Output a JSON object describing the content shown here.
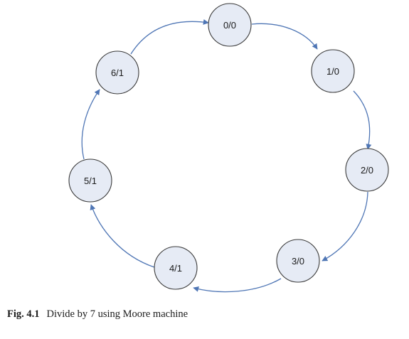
{
  "diagram": {
    "states": [
      {
        "id": "s0",
        "label": "0/0"
      },
      {
        "id": "s1",
        "label": "1/0"
      },
      {
        "id": "s2",
        "label": "2/0"
      },
      {
        "id": "s3",
        "label": "3/0"
      },
      {
        "id": "s4",
        "label": "4/1"
      },
      {
        "id": "s5",
        "label": "5/1"
      },
      {
        "id": "s6",
        "label": "6/1"
      }
    ],
    "transitions": [
      {
        "from": "s0",
        "to": "s1"
      },
      {
        "from": "s1",
        "to": "s2"
      },
      {
        "from": "s2",
        "to": "s3"
      },
      {
        "from": "s3",
        "to": "s4"
      },
      {
        "from": "s4",
        "to": "s5"
      },
      {
        "from": "s5",
        "to": "s6"
      },
      {
        "from": "s6",
        "to": "s0"
      }
    ],
    "colors": {
      "state_fill": "#e6ebf5",
      "state_stroke": "#3a3a3a",
      "edge": "#4f76b5"
    }
  },
  "caption": {
    "number": "Fig. 4.1",
    "text": "Divide by 7 using Moore machine"
  }
}
